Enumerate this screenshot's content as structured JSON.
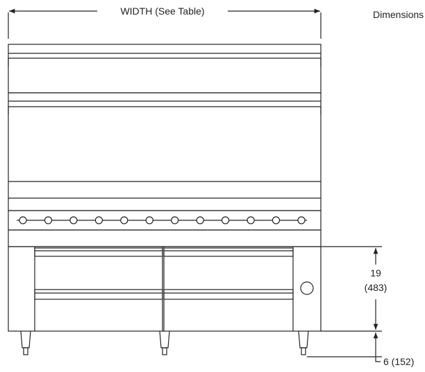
{
  "labels": {
    "width": "WIDTH (See Table)",
    "header_note": "Dimensions",
    "body_height": "19",
    "body_height_mm": "(483)",
    "leg_height": "6 (152)"
  },
  "knob_count": 12,
  "line_color": "#222222",
  "fill_color": "#ffffff"
}
